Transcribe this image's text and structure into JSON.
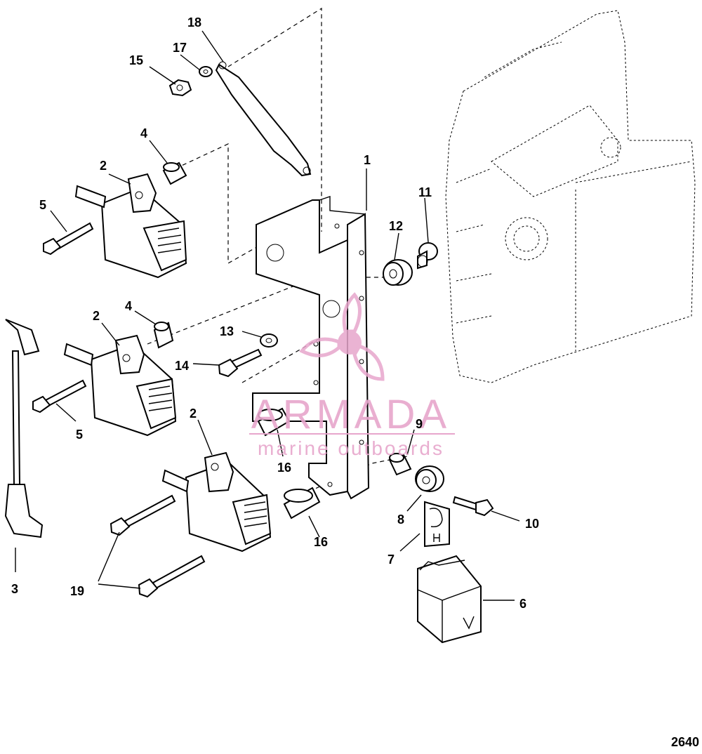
{
  "diagram": {
    "figure_number": "2640",
    "callouts": [
      "1",
      "2",
      "2",
      "2",
      "3",
      "4",
      "4",
      "5",
      "5",
      "6",
      "7",
      "8",
      "9",
      "10",
      "11",
      "12",
      "13",
      "14",
      "15",
      "16",
      "16",
      "17",
      "18",
      "19"
    ],
    "watermark": {
      "brand": "ARMADA",
      "tagline": "marine outboards",
      "color": "#e7a6cc"
    }
  }
}
